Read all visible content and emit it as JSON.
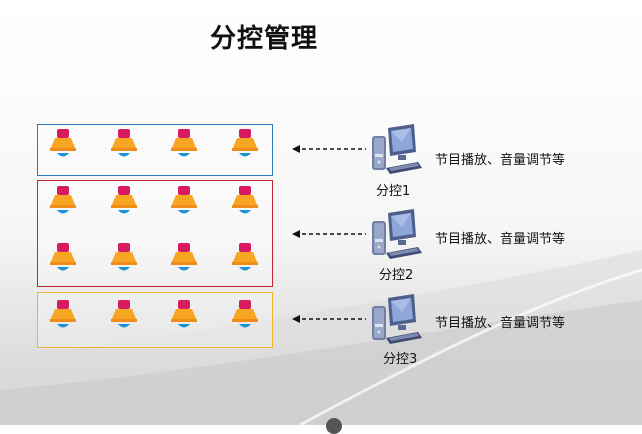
{
  "title": "分控管理",
  "controllers": [
    {
      "label": "分控1",
      "description": "节目播放、音量调节等"
    },
    {
      "label": "分控2",
      "description": "节目播放、音量调节等"
    },
    {
      "label": "分控3",
      "description": "节目播放、音量调节等"
    }
  ],
  "zones": [
    {
      "color": "#2e77b8",
      "rows": 1,
      "speakers_per_row": 4
    },
    {
      "color": "#c0242e",
      "rows": 2,
      "speakers_per_row": 4
    },
    {
      "color": "#f0b528",
      "rows": 1,
      "speakers_per_row": 4
    }
  ],
  "icons": {
    "speaker": "speaker-icon",
    "computer": "computer-icon",
    "arrow": "arrow-left-icon"
  }
}
